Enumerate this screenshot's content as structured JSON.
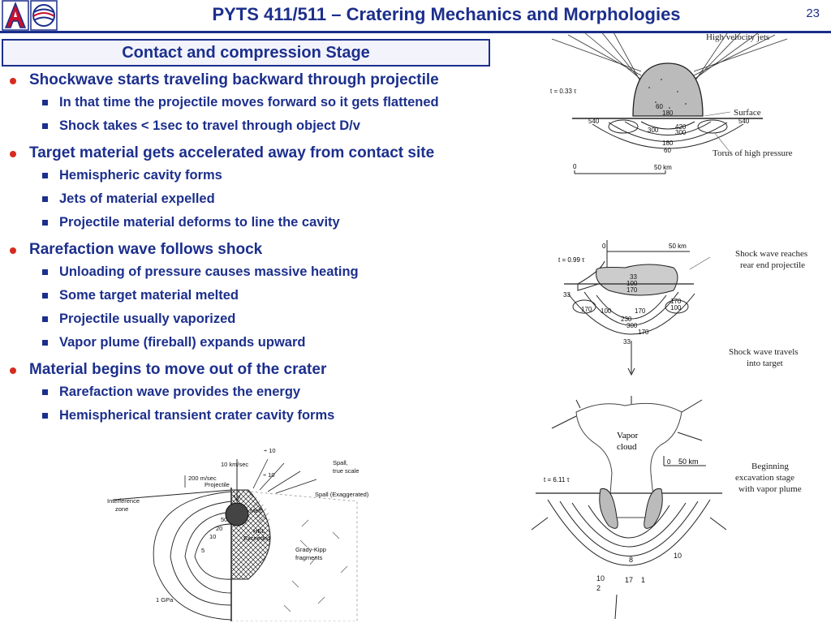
{
  "header": {
    "title": "PYTS 411/511 – Cratering Mechanics and Morphologies",
    "page_number": "23"
  },
  "section_box": "Contact and compression Stage",
  "bullets": [
    {
      "text": "Shockwave starts traveling backward through projectile",
      "sub": [
        "In that time the projectile moves forward so it gets flattened",
        "Shock takes < 1sec to travel through object D/v"
      ]
    },
    {
      "text": "Target material gets accelerated away from contact site",
      "sub": [
        "Hemispheric cavity forms",
        "Jets of material expelled",
        "Projectile material deforms to line the cavity"
      ]
    },
    {
      "text": "Rarefaction wave follows shock",
      "sub": [
        "Unloading of pressure causes massive heating",
        "Some target material melted",
        "Projectile usually vaporized",
        "Vapor plume (fireball) expands upward"
      ]
    },
    {
      "text": "Material begins to move out of the crater",
      "sub": [
        "Rarefaction wave provides the energy",
        "Hemispherical transient crater cavity forms"
      ]
    }
  ],
  "fig1": {
    "time": "t = 0.33 τ",
    "labels": {
      "jets": "High velocity jets",
      "surface": "Surface",
      "torus": "Torus of high pressure",
      "scale_zero": "0",
      "scale": "50 km"
    },
    "contours": [
      "60",
      "180",
      "300",
      "420",
      "300",
      "540",
      "540",
      "180",
      "60"
    ]
  },
  "fig2": {
    "time": "t = 0.99 τ",
    "labels": {
      "reach": "Shock wave reaches",
      "reach2": "rear end projectile",
      "travel": "Shock wave travels",
      "travel2": "into target",
      "scale_zero": "0",
      "scale": "50 km"
    },
    "contours": [
      "33",
      "100",
      "170",
      "33",
      "170",
      "100",
      "170",
      "230",
      "300",
      "170",
      "170",
      "100",
      "33"
    ]
  },
  "fig3": {
    "time": "t = 6.11 τ",
    "labels": {
      "vapor": "Vapor",
      "cloud": "cloud",
      "scale_zero": "0",
      "scale": "50 km",
      "begin1": "Beginning",
      "begin2": "excavation stage",
      "begin3": "with vapor plume"
    },
    "contours": [
      "8",
      "10",
      "10",
      "17",
      "1",
      "2"
    ]
  },
  "fig4": {
    "labels": {
      "v10": "10 km/sec",
      "d1": "÷ 10",
      "d2": "÷ 10",
      "spall_true": "Spall,",
      "spall_true2": "true scale",
      "v200": "200 m/sec",
      "projectile": "Projectile",
      "interference": "Interference",
      "zone": "zone",
      "spall_exag": "Spall (Exaggerated)",
      "melt": "Melt",
      "hel": "HEL",
      "exceeded": "Exceeded",
      "grady": "Grady-Kipp",
      "fragments": "fragments",
      "p50": "50",
      "p20": "20",
      "p10": "10",
      "p5": "5",
      "gpa": "1 GPa"
    }
  }
}
